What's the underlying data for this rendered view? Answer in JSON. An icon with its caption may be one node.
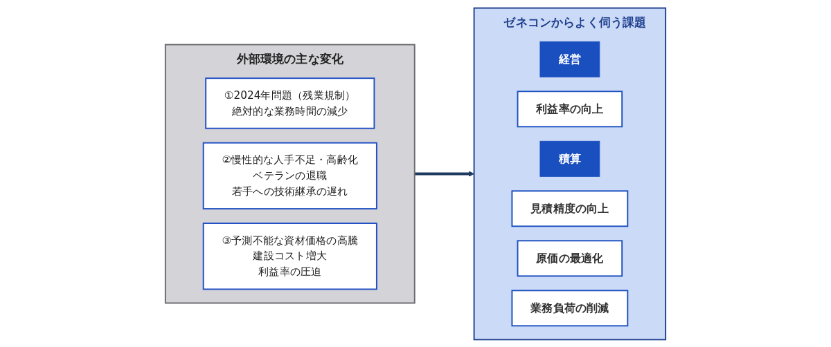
{
  "diagram": {
    "nodes": [
      {
        "text": [
          "外部環境の主な変化"
        ]
      },
      {
        "text": [
          "①2024年問題（残業規制）",
          "絶対的な業務時間の減少"
        ],
        "in": 0
      },
      {
        "text": [
          "②慢性的な人手不足・高齢化",
          "ベテランの退職",
          "若手への技術継承の遅れ"
        ],
        "in": 0
      },
      {
        "text": [
          "③予測不能な資材価格の高騰",
          "建設コスト増大",
          "利益率の圧迫"
        ],
        "in": 0
      },
      {
        "text": [
          "ゼネコンからよく伺う課題"
        ]
      },
      {
        "text": [
          "経営"
        ],
        "in": 4
      },
      {
        "text": [
          "利益率の向上"
        ],
        "in": 4
      },
      {
        "text": [
          "積算"
        ],
        "in": 4
      },
      {
        "text": [
          "見積精度の向上"
        ],
        "in": 4
      },
      {
        "text": [
          "原価の最適化"
        ],
        "in": 4
      },
      {
        "text": [
          "業務負荷の削減"
        ],
        "in": 4
      }
    ],
    "edges": [
      {
        "from": 0,
        "to": 4,
        "arrow": "to"
      }
    ]
  }
}
